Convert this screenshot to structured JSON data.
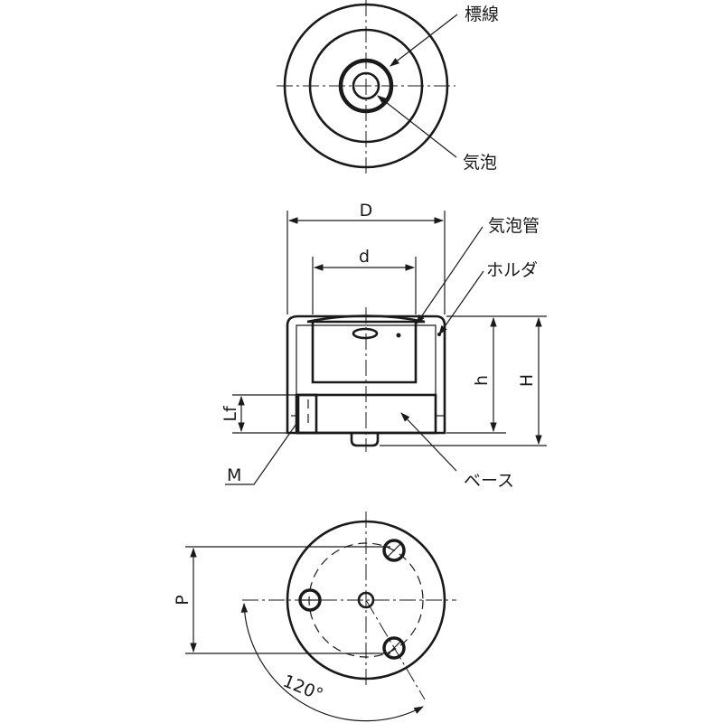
{
  "labels": {
    "hyousen": "標線",
    "kihou": "気泡",
    "kihoukan": "気泡管",
    "holder": "ホルダ",
    "base": "ベース",
    "dim_D": "D",
    "dim_d": "d",
    "dim_h": "h",
    "dim_H": "H",
    "dim_Lf": "Lf",
    "dim_M": "M",
    "dim_P": "P",
    "angle": "120°"
  }
}
